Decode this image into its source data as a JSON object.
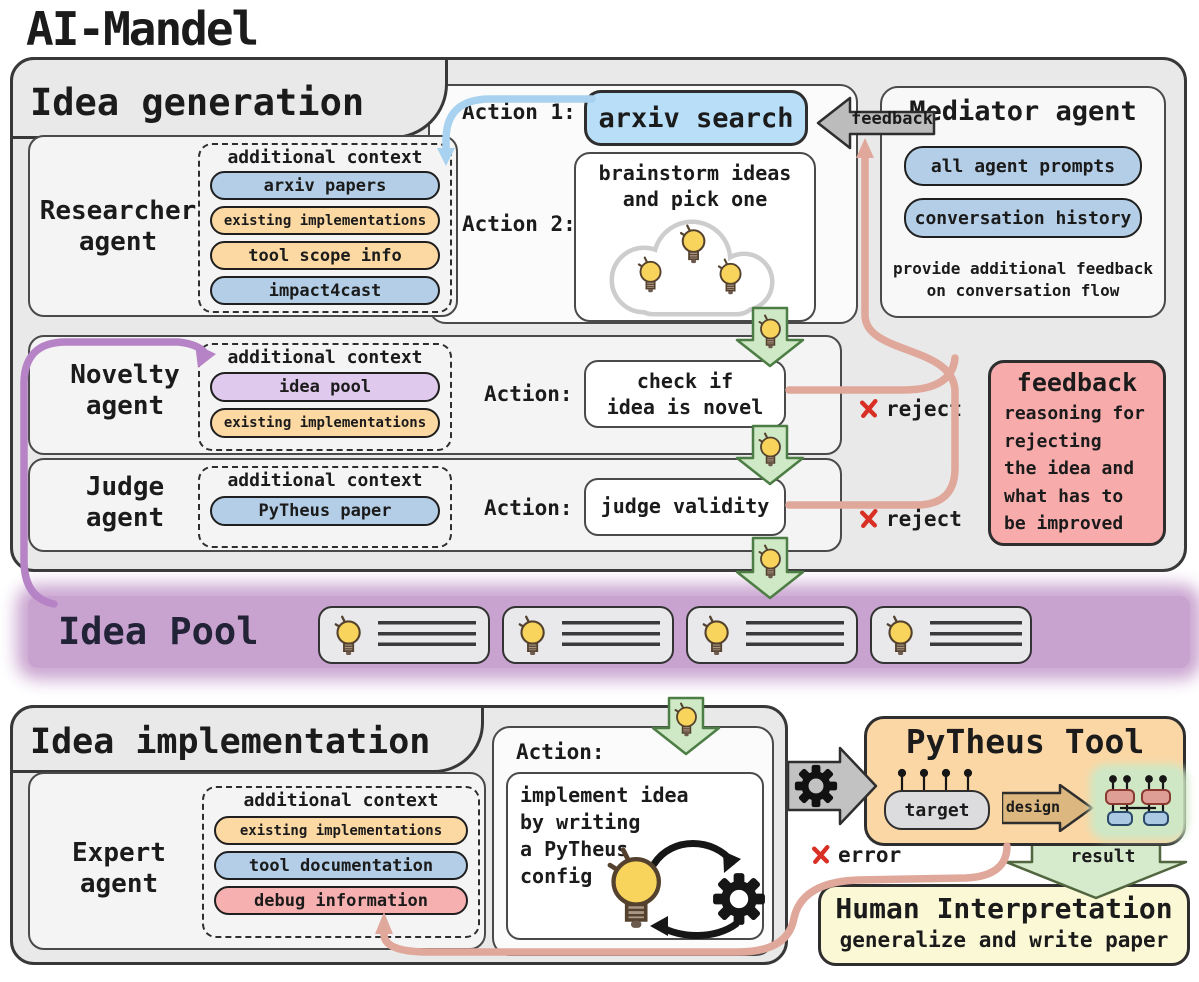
{
  "title": "AI-Mandel",
  "palette": {
    "container_bg": "#e9e9e9",
    "row_bg": "#f4f4f4",
    "panel_bg": "#fbfbfb",
    "blue_pill": "#b3cee6",
    "arxiv_search_blue": "#b9def8",
    "orange_pill": "#fcd9a3",
    "purple_pill": "#dfc9ec",
    "pink_pill": "#f6b0b0",
    "feedback_red": "#f7abab",
    "idea_pool_purple": "#c9a3d0",
    "green_arrow": "#cfe8c6",
    "green_border": "#4c7d44",
    "salmon_line": "#e0a89b",
    "purple_line": "#b683c6",
    "blue_line": "#a8d2f0",
    "gray_arrow": "#bcbcbc",
    "pytheus_orange": "#fbd7a5",
    "human_yellow": "#fbf8d6",
    "design_tan": "#dcb77f",
    "bulb_yellow": "#f9d45c",
    "reject_red": "#d93025"
  },
  "generation": {
    "header": "Idea generation",
    "action1_label": "Action 1:",
    "action2_label": "Action 2:",
    "arxiv_search": "arxiv search",
    "brainstorm": "brainstorm ideas\nand pick one",
    "feedback_arrow_label": "feedback",
    "researcher": {
      "name": "Researcher\nagent",
      "context_title": "additional context",
      "items": [
        {
          "label": "arxiv papers",
          "color": "blue"
        },
        {
          "label": "existing implementations",
          "color": "orange"
        },
        {
          "label": "tool scope info",
          "color": "orange"
        },
        {
          "label": "impact4cast",
          "color": "blue"
        }
      ]
    },
    "mediator": {
      "name": "Mediator agent",
      "items": [
        {
          "label": "all agent prompts",
          "color": "blue"
        },
        {
          "label": "conversation history",
          "color": "blue"
        }
      ],
      "note": "provide additional feedback\non conversation flow"
    },
    "novelty": {
      "name": "Novelty\nagent",
      "context_title": "additional context",
      "items": [
        {
          "label": "idea pool",
          "color": "purple"
        },
        {
          "label": "existing implementations",
          "color": "orange"
        }
      ],
      "action_label": "Action:",
      "action": "check if\nidea is novel",
      "reject_label": "reject"
    },
    "judge": {
      "name": "Judge\nagent",
      "context_title": "additional context",
      "items": [
        {
          "label": "PyTheus paper",
          "color": "blue"
        }
      ],
      "action_label": "Action:",
      "action": "judge validity",
      "reject_label": "reject"
    },
    "feedback_box": {
      "title": "feedback",
      "body": "reasoning for\nrejecting\nthe idea and\nwhat has to\nbe improved"
    }
  },
  "pool": {
    "title": "Idea Pool"
  },
  "implementation": {
    "header": "Idea implementation",
    "expert": {
      "name": "Expert\nagent",
      "context_title": "additional context",
      "items": [
        {
          "label": "existing implementations",
          "color": "orange"
        },
        {
          "label": "tool documentation",
          "color": "blue"
        },
        {
          "label": "debug information",
          "color": "pink"
        }
      ]
    },
    "action_label": "Action:",
    "action": "implement idea\nby writing\na PyTheus\nconfig",
    "error_label": "error"
  },
  "pytheus": {
    "title": "PyTheus Tool",
    "target_label": "target",
    "design_label": "design"
  },
  "result_label": "result",
  "human": {
    "title": "Human Interpretation",
    "subtitle": "generalize and write paper"
  }
}
